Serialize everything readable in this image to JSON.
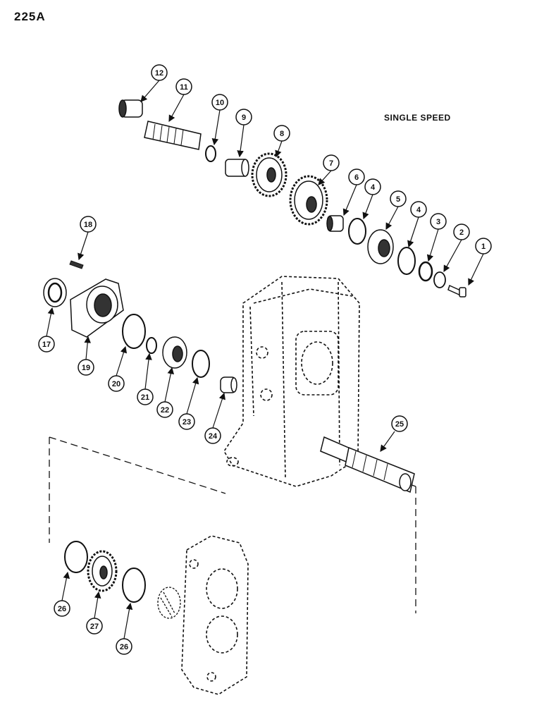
{
  "page": {
    "number": "225A"
  },
  "diagram": {
    "title": "SINGLE SPEED"
  },
  "callouts": [
    {
      "id": "c1",
      "label": "1"
    },
    {
      "id": "c2",
      "label": "2"
    },
    {
      "id": "c3",
      "label": "3"
    },
    {
      "id": "c4a",
      "label": "4"
    },
    {
      "id": "c4b",
      "label": "4"
    },
    {
      "id": "c5",
      "label": "5"
    },
    {
      "id": "c6",
      "label": "6"
    },
    {
      "id": "c7",
      "label": "7"
    },
    {
      "id": "c8",
      "label": "8"
    },
    {
      "id": "c9",
      "label": "9"
    },
    {
      "id": "c10",
      "label": "10"
    },
    {
      "id": "c11",
      "label": "11"
    },
    {
      "id": "c12",
      "label": "12"
    },
    {
      "id": "c17",
      "label": "17"
    },
    {
      "id": "c18",
      "label": "18"
    },
    {
      "id": "c19",
      "label": "19"
    },
    {
      "id": "c20",
      "label": "20"
    },
    {
      "id": "c21",
      "label": "21"
    },
    {
      "id": "c22",
      "label": "22"
    },
    {
      "id": "c23",
      "label": "23"
    },
    {
      "id": "c24",
      "label": "24"
    },
    {
      "id": "c25",
      "label": "25"
    },
    {
      "id": "c26a",
      "label": "26"
    },
    {
      "id": "c26b",
      "label": "26"
    },
    {
      "id": "c27",
      "label": "27"
    }
  ]
}
